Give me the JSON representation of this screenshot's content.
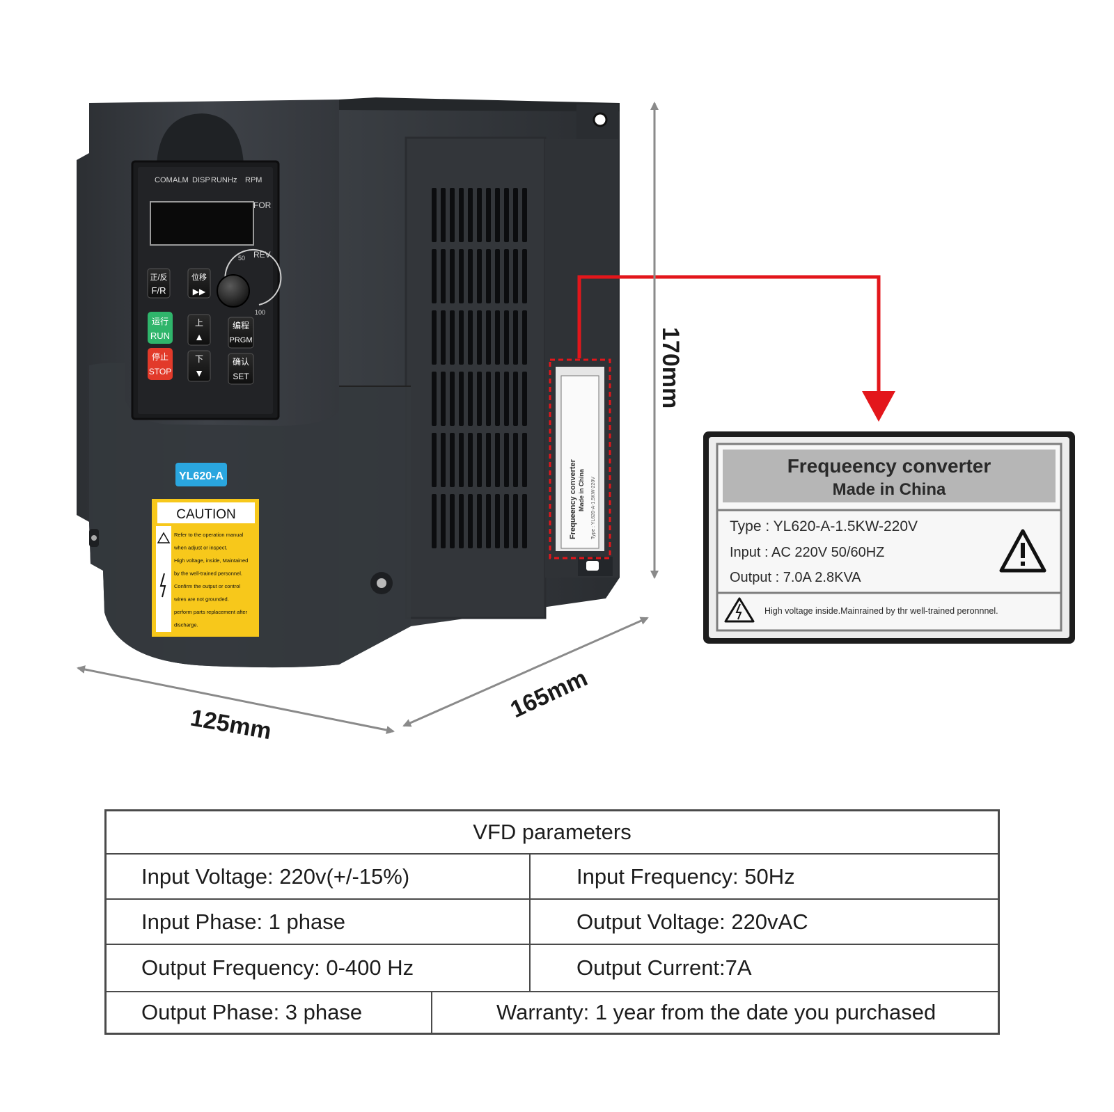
{
  "device": {
    "indicators": [
      "COM",
      "ALM",
      "DISP",
      "RUN",
      "Hz",
      "RPM"
    ],
    "dir_for": "FOR",
    "dir_rev": "REV",
    "knob_mark_50": "50",
    "knob_mark_100": "100",
    "keys": {
      "fr_top": "正/反",
      "fr_bottom": "F/R",
      "shift_top": "位移",
      "shift_symbol": "▶▶",
      "run_top": "运行",
      "run_bottom": "RUN",
      "stop_top": "停止",
      "stop_bottom": "STOP",
      "up_top": "上",
      "up_symbol": "▲",
      "down_top": "下",
      "down_symbol": "▼",
      "prgm_top": "编程",
      "prgm_bottom": "PRGM",
      "set_top": "确认",
      "set_bottom": "SET"
    },
    "model_badge": "YL620-A",
    "caution": {
      "title": "CAUTION",
      "lines": [
        "Refer to the operation manual",
        "when adjust or inspect.",
        "High voltage, inside, Maintained",
        "by the well-trained personnel.",
        "Confirm the output or control",
        "wires are not grounded.",
        "perform parts replacement after",
        "discharge."
      ]
    },
    "colors": {
      "body": "#3b3f45",
      "run_key": "#2fb56b",
      "stop_key": "#e23a2a",
      "badge": "#2aa6df",
      "caution": "#f7c81b",
      "callout": "#e3161b"
    }
  },
  "dimensions": {
    "width": "125mm",
    "depth": "165mm",
    "height": "170mm"
  },
  "label": {
    "title_line1": "Frequeency converter",
    "title_line2": "Made in China",
    "type": "Type : YL620-A-1.5KW-220V",
    "input": "Input : AC  220V   50/60HZ",
    "output": "Output : 7.0A  2.8KVA",
    "warning": "High voltage inside.Mainrained by thr well-trained peronnnel.",
    "warning_icon": "high-voltage-warning-icon",
    "caution_icon": "caution-triangle-icon"
  },
  "table": {
    "title": "VFD parameters",
    "rows": [
      [
        "Input Voltage: 220v(+/-15%)",
        "Input Frequency: 50Hz"
      ],
      [
        "Input Phase: 1 phase",
        "Output Voltage: 220vAC"
      ],
      [
        "Output Frequency: 0-400 Hz",
        "Output Current:7A"
      ],
      [
        "Output Phase: 3 phase",
        "Warranty: 1 year from the date you purchased"
      ]
    ]
  }
}
